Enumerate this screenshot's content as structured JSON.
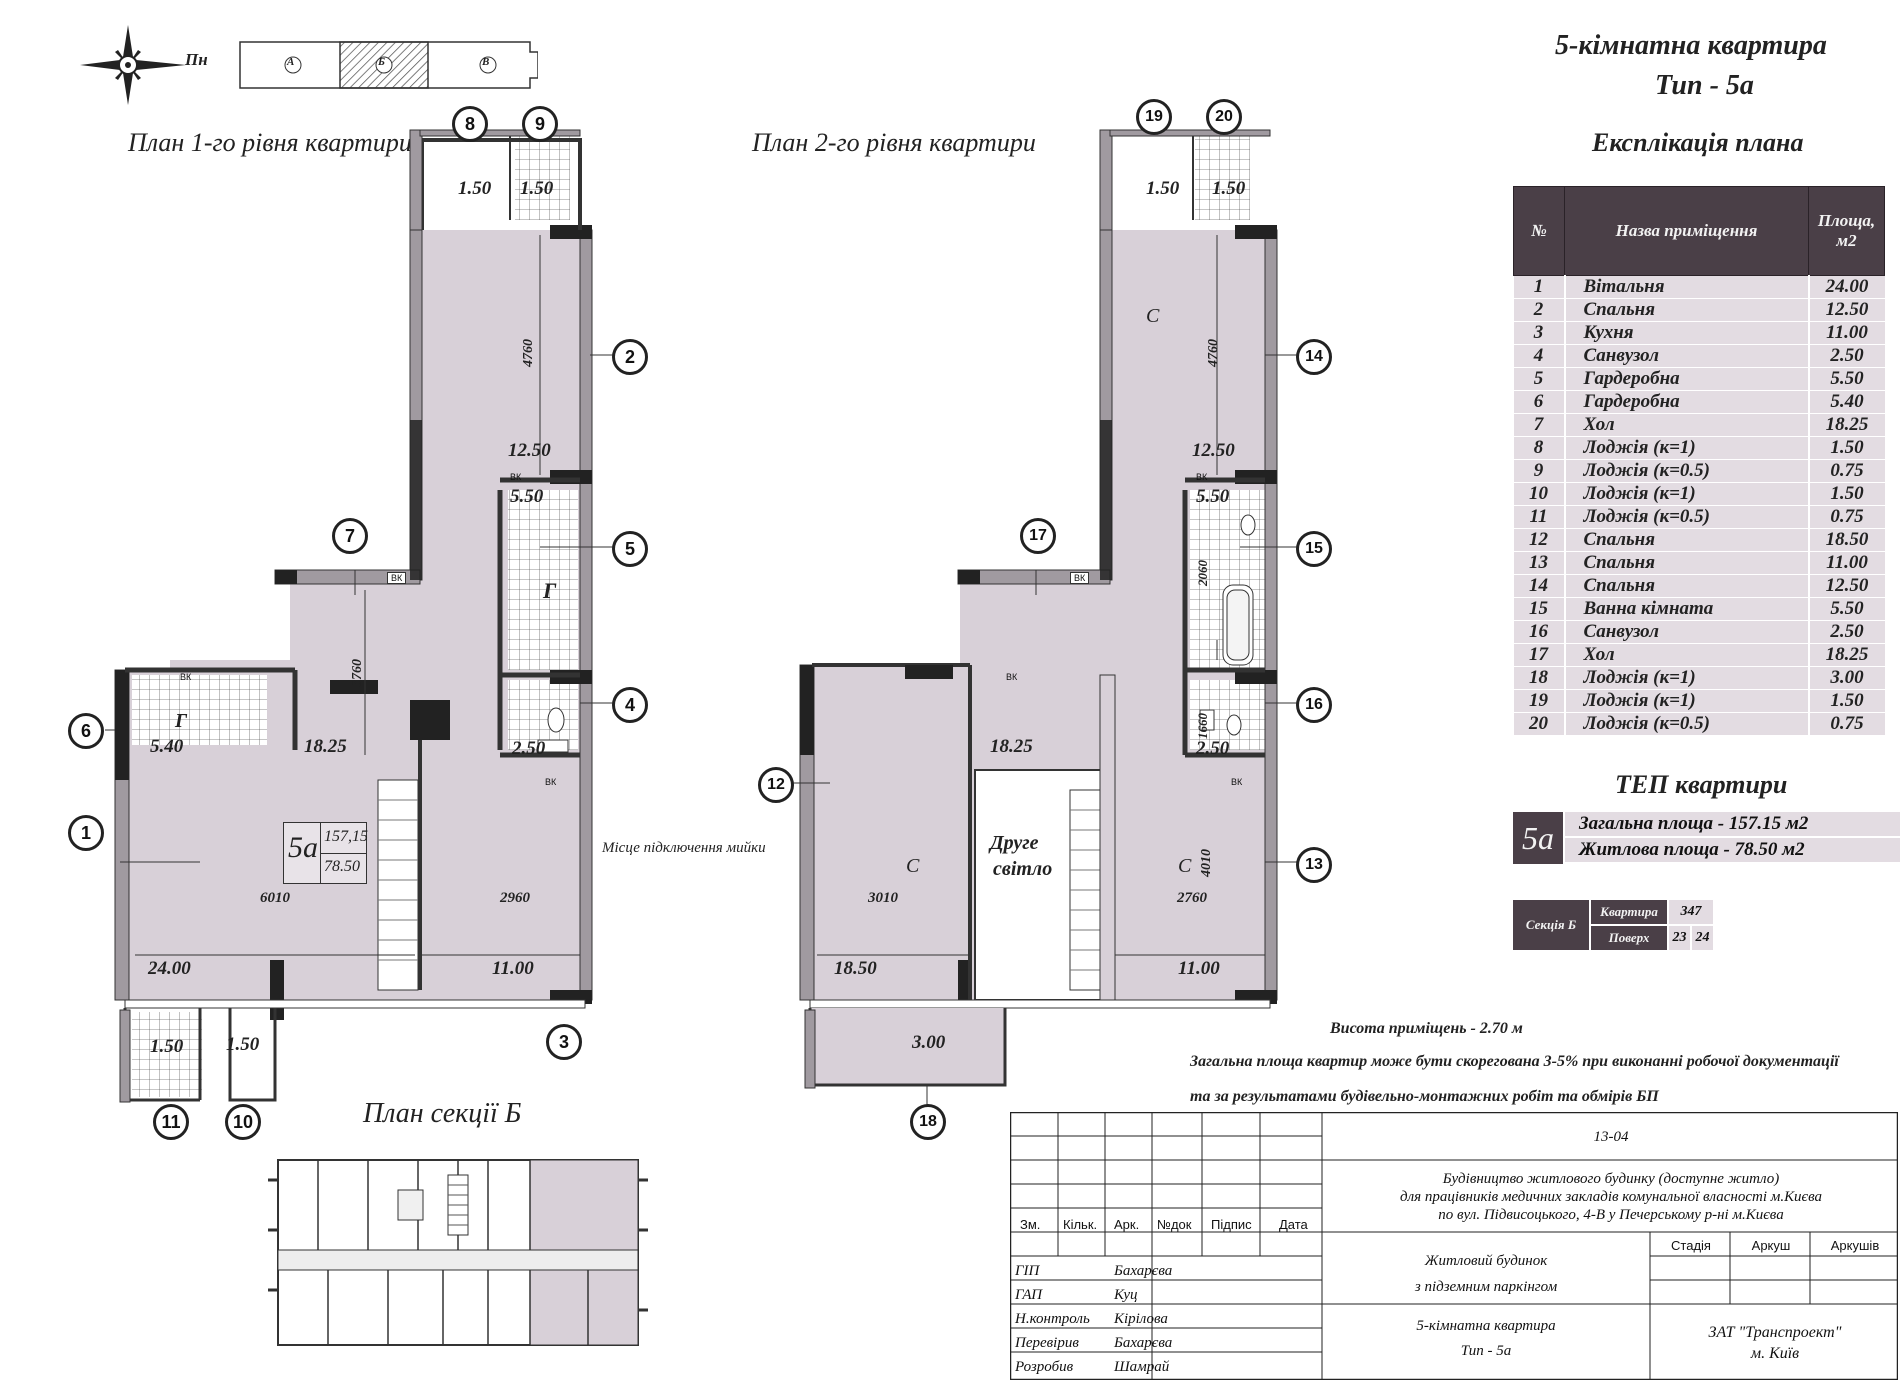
{
  "header": {
    "title": "5-кімнатна квартира",
    "type": "Тип - 5а",
    "compass_label": "Пн",
    "key_plan_sections": [
      "А",
      "Б",
      "В"
    ]
  },
  "plans": {
    "level1_title": "План 1-го рівня квартири",
    "level2_title": "План 2-го рівня квартири",
    "section_title": "План секції Б",
    "second_light_line1": "Друге",
    "second_light_line2": "світло",
    "sink_note": "Місце підключення мийки",
    "apartment_tag": "5а",
    "apartment_total": "157,15",
    "apartment_living": "78.50"
  },
  "level1": {
    "areas": [
      "1.50",
      "1.50",
      "12.50",
      "5.50",
      "5.40",
      "18.25",
      "2.50",
      "24.00",
      "11.00",
      "1.50",
      "1.50"
    ],
    "dims": [
      "4760",
      "3760",
      "6010",
      "2960"
    ],
    "markers": [
      "1",
      "2",
      "3",
      "4",
      "5",
      "6",
      "7",
      "8",
      "9",
      "10",
      "11"
    ],
    "letters": [
      "Г",
      "Г"
    ],
    "vk": [
      "ВК",
      "ВК",
      "ВК",
      "ВК"
    ]
  },
  "level2": {
    "areas": [
      "1.50",
      "1.50",
      "12.50",
      "5.50",
      "18.25",
      "2.50",
      "18.50",
      "11.00",
      "3.00"
    ],
    "dims": [
      "4760",
      "2060",
      "1660",
      "3010",
      "2760",
      "4010"
    ],
    "markers": [
      "12",
      "13",
      "14",
      "15",
      "16",
      "17",
      "18",
      "19",
      "20"
    ],
    "letters": [
      "С",
      "С",
      "С"
    ],
    "vk": [
      "ВК",
      "ВК",
      "ВК",
      "ВК"
    ]
  },
  "legend": {
    "title": "Експлікація плана",
    "headers": [
      "№",
      "Назва приміщення",
      "Площа, м2"
    ],
    "rows": [
      {
        "n": "1",
        "name": "Вітальня",
        "area": "24.00"
      },
      {
        "n": "2",
        "name": "Спальня",
        "area": "12.50"
      },
      {
        "n": "3",
        "name": "Кухня",
        "area": "11.00"
      },
      {
        "n": "4",
        "name": "Санвузол",
        "area": "2.50"
      },
      {
        "n": "5",
        "name": "Гардеробна",
        "area": "5.50"
      },
      {
        "n": "6",
        "name": "Гардеробна",
        "area": "5.40"
      },
      {
        "n": "7",
        "name": "Хол",
        "area": "18.25"
      },
      {
        "n": "8",
        "name": "Лоджія (к=1)",
        "area": "1.50"
      },
      {
        "n": "9",
        "name": "Лоджія (к=0.5)",
        "area": "0.75"
      },
      {
        "n": "10",
        "name": "Лоджія (к=1)",
        "area": "1.50"
      },
      {
        "n": "11",
        "name": "Лоджія (к=0.5)",
        "area": "0.75"
      },
      {
        "n": "12",
        "name": "Спальня",
        "area": "18.50"
      },
      {
        "n": "13",
        "name": "Спальня",
        "area": "11.00"
      },
      {
        "n": "14",
        "name": "Спальня",
        "area": "12.50"
      },
      {
        "n": "15",
        "name": "Ванна кімната",
        "area": "5.50"
      },
      {
        "n": "16",
        "name": "Санвузол",
        "area": "2.50"
      },
      {
        "n": "17",
        "name": "Хол",
        "area": "18.25"
      },
      {
        "n": "18",
        "name": "Лоджія (к=1)",
        "area": "3.00"
      },
      {
        "n": "19",
        "name": "Лоджія (к=1)",
        "area": "1.50"
      },
      {
        "n": "20",
        "name": "Лоджія (к=0.5)",
        "area": "0.75"
      }
    ]
  },
  "tep": {
    "title": "ТЕП квартири",
    "tag": "5а",
    "total": "Загальна площа - 157.15 м2",
    "living": "Житлова площа - 78.50 м2"
  },
  "section_box": {
    "label": "Секція Б",
    "row1_label": "Квартира",
    "row1_value": "347",
    "row2_label": "Поверх",
    "row2_values": [
      "23",
      "24"
    ]
  },
  "notes": {
    "height": "Висота приміщень - 2.70 м",
    "note1": "Загальна площа квартир може бути скорегована 3-5% при виконанні робочої документації",
    "note2": "та за результатами будівельно-монтажних робіт  та обмірів БП"
  },
  "stamp": {
    "code": "13-04",
    "project_line1": "Будівництво житлового будинку (доступне житло)",
    "project_line2": "для працівників медичних закладів комунальної власності  м.Києва",
    "project_line3": "по вул. Підвисоцького, 4-В  у Печерському р-ні  м.Києва",
    "col_headers": [
      "Зм.",
      "Кільк.",
      "Арк.",
      "№док",
      "Підпис",
      "Дата"
    ],
    "roles": [
      {
        "role": "ГІП",
        "name": "Бахарєва"
      },
      {
        "role": "ГАП",
        "name": "Куц"
      },
      {
        "role": "Н.контроль",
        "name": "Кірілова"
      },
      {
        "role": "Перевірив",
        "name": "Бахарєва"
      },
      {
        "role": "Розробив",
        "name": "Шамрай"
      }
    ],
    "building_line1": "Житловий будинок",
    "building_line2": "з підземним паркінгом",
    "sheet_line1": "5-кімнатна квартира",
    "sheet_line2": "Тип - 5а",
    "stage_headers": [
      "Стадія",
      "Аркуш",
      "Аркушів"
    ],
    "company_line1": "ЗАТ \"Транспроект\"",
    "company_line2": "м. Київ"
  }
}
